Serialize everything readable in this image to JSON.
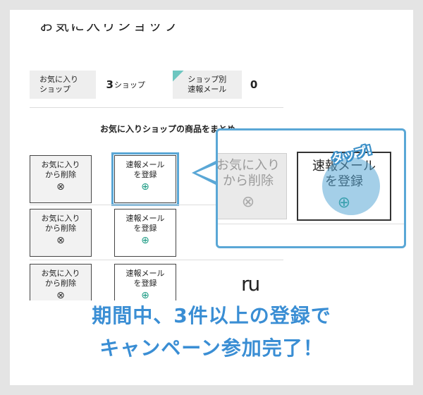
{
  "page": {
    "title": "お気に入りショップ"
  },
  "stats": {
    "favorites_label": "お気に入り\nショップ",
    "favorites_count": "3",
    "favorites_unit": "ショップ",
    "mail_label": "ショップ別\n速報メール",
    "mail_count": "0"
  },
  "section": {
    "heading": "お気に入りショップの商品をまとめ"
  },
  "rows": [
    {
      "remove_label": "お気に入り\nから削除",
      "register_label": "速報メール\nを登録"
    },
    {
      "remove_label": "お気に入り\nから削除",
      "register_label": "速報メール\nを登録"
    },
    {
      "remove_label": "お気に入り\nから削除",
      "register_label": "速報メール\nを登録"
    }
  ],
  "icons": {
    "remove": "x-circle-icon",
    "register": "plus-circle-icon"
  },
  "logo": {
    "text": "ru"
  },
  "zoom": {
    "remove_label": "お気に入り\nから削除",
    "register_label": "速報メール\nを登録",
    "tap_label": "タップ!"
  },
  "headline": {
    "line1": "期間中、3件以上の登録で",
    "line2": "キャンペーン参加完了！"
  },
  "colors": {
    "accent": "#3a8ed4",
    "highlight": "#5aa7d6",
    "register_icon": "#1a9a83",
    "frame": "#e4e4e4"
  }
}
